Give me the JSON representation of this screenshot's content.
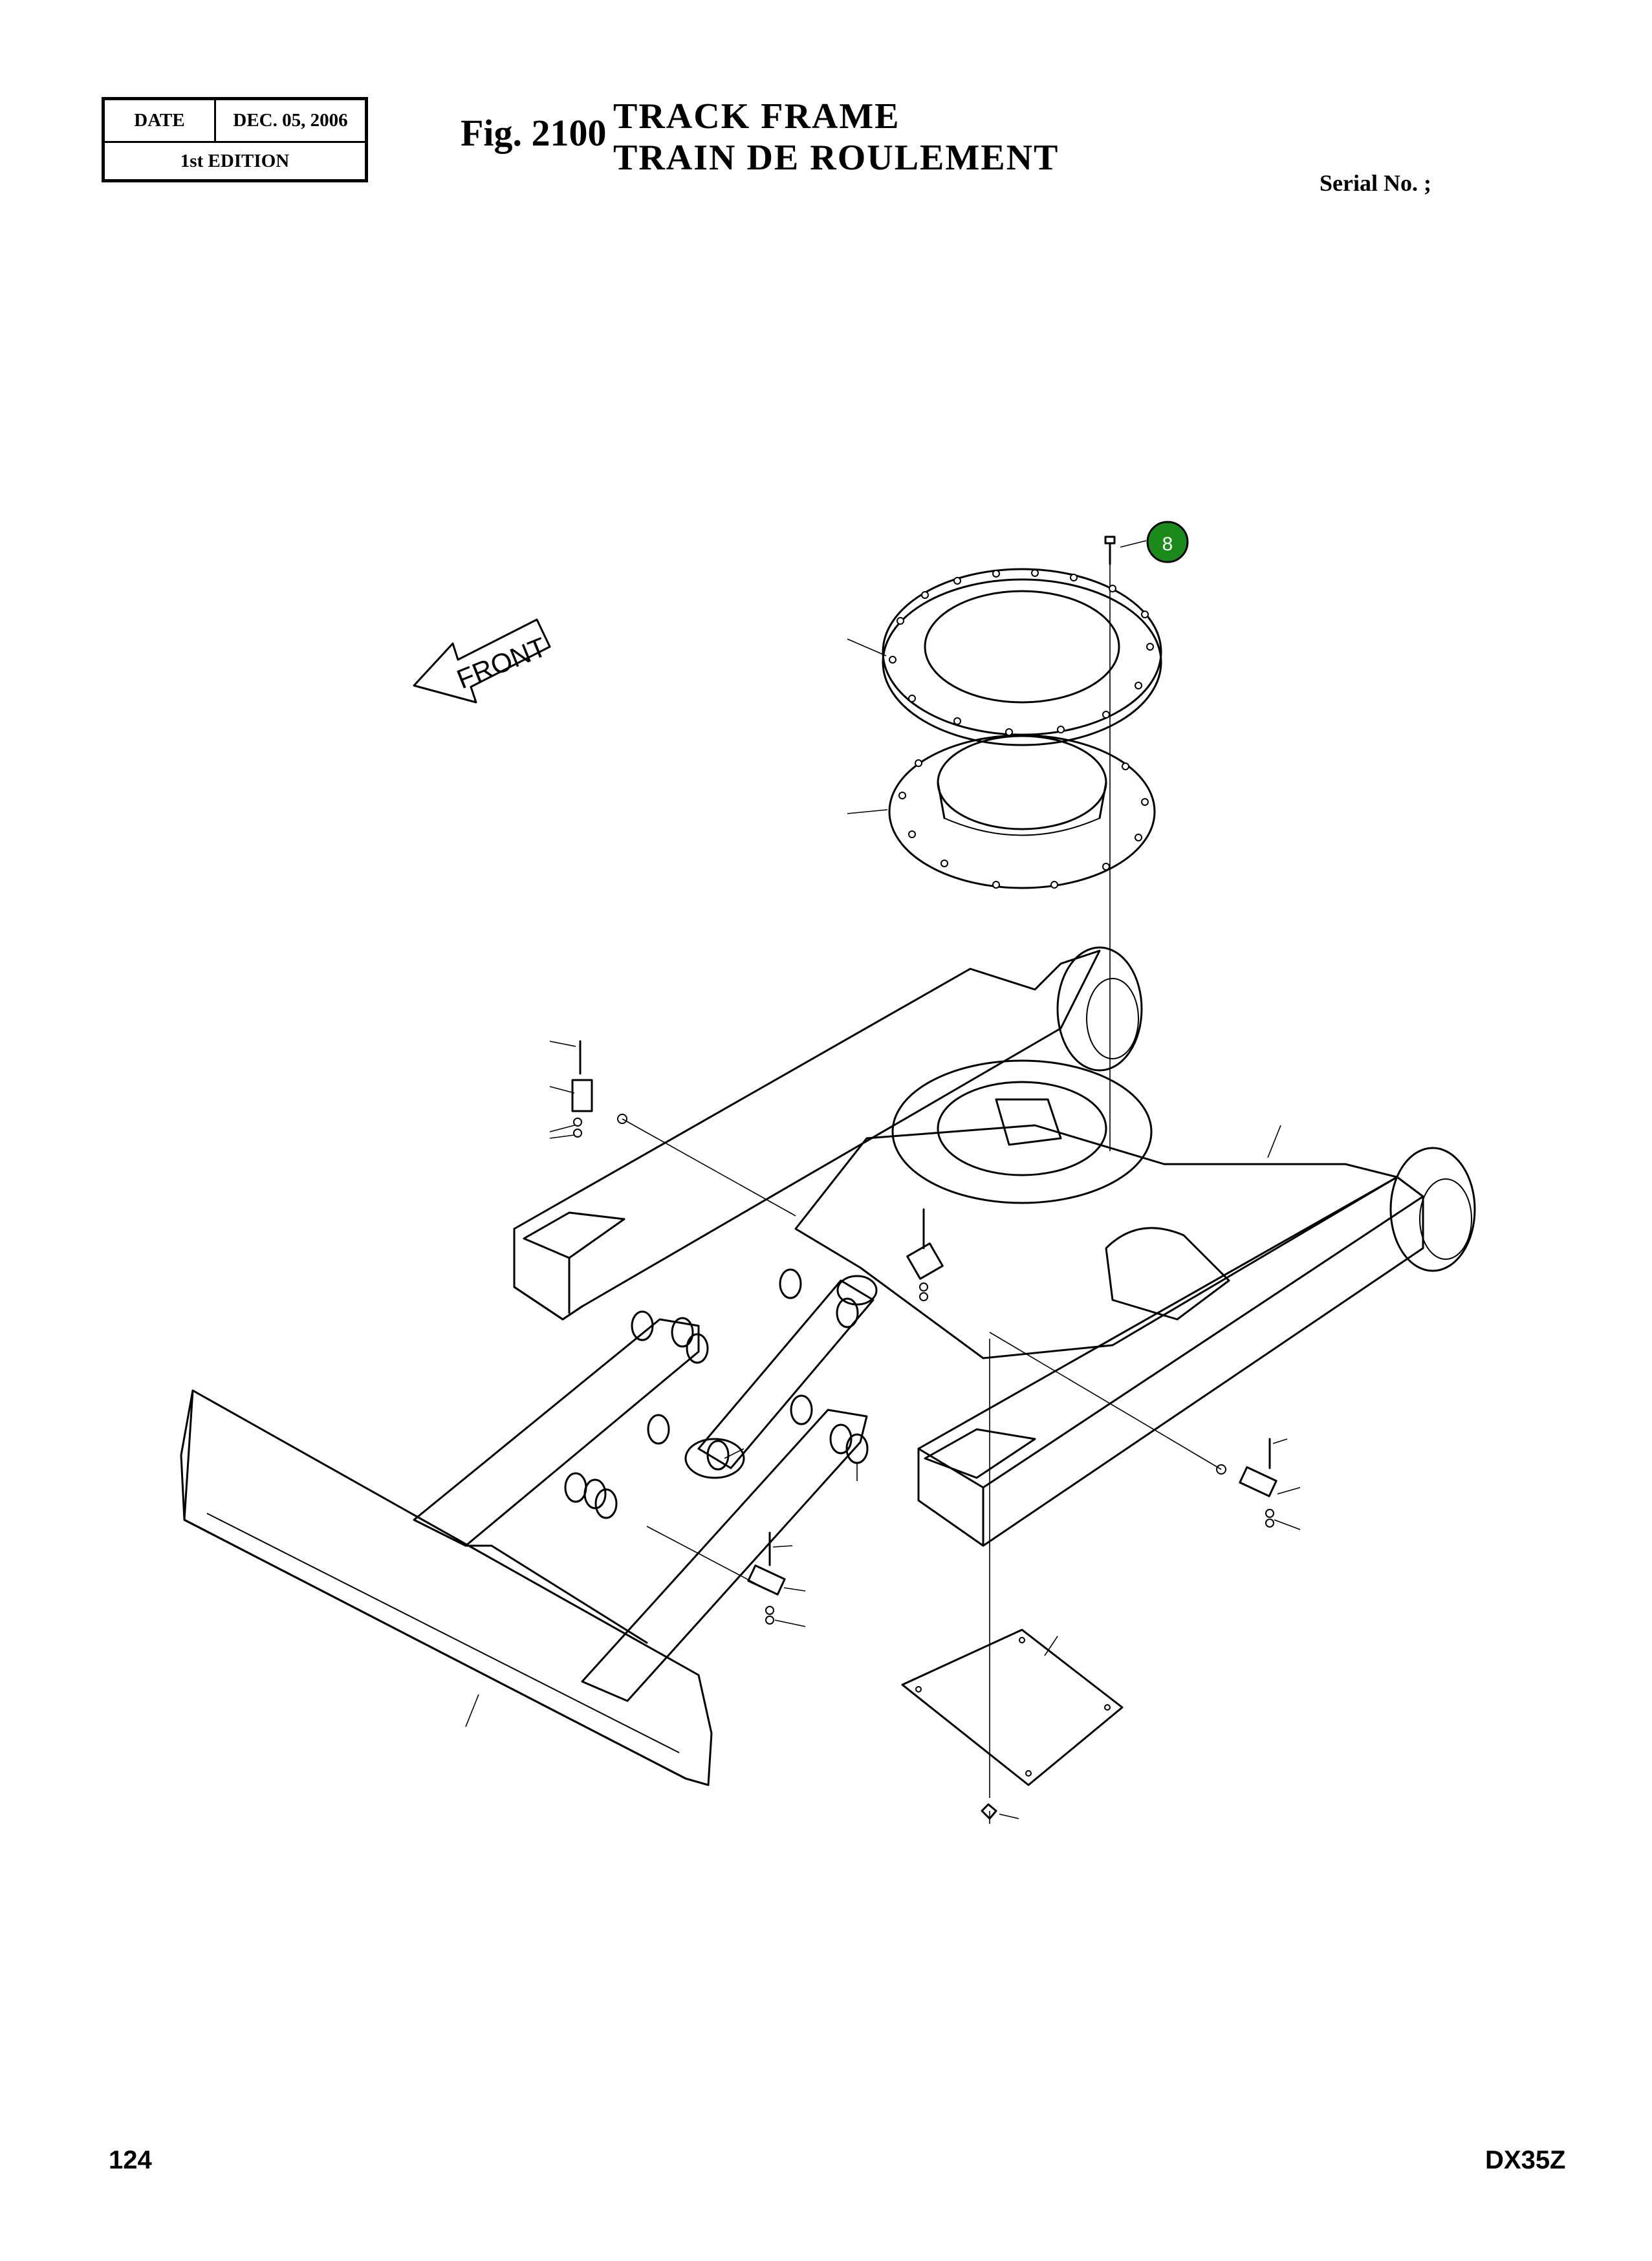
{
  "header": {
    "date_label": "DATE",
    "date_value": "DEC. 05, 2006",
    "edition": "1st EDITION",
    "fig_number": "Fig. 2100",
    "title_en": "TRACK  FRAME",
    "title_fr": "TRAIN  DE  ROULEMENT",
    "serial": "Serial No. ;"
  },
  "diagram": {
    "front_label": "FRONT",
    "callout_number": "8",
    "callout_color": "#1a8a1a"
  },
  "footer": {
    "page_number": "124",
    "model": "DX35Z"
  }
}
